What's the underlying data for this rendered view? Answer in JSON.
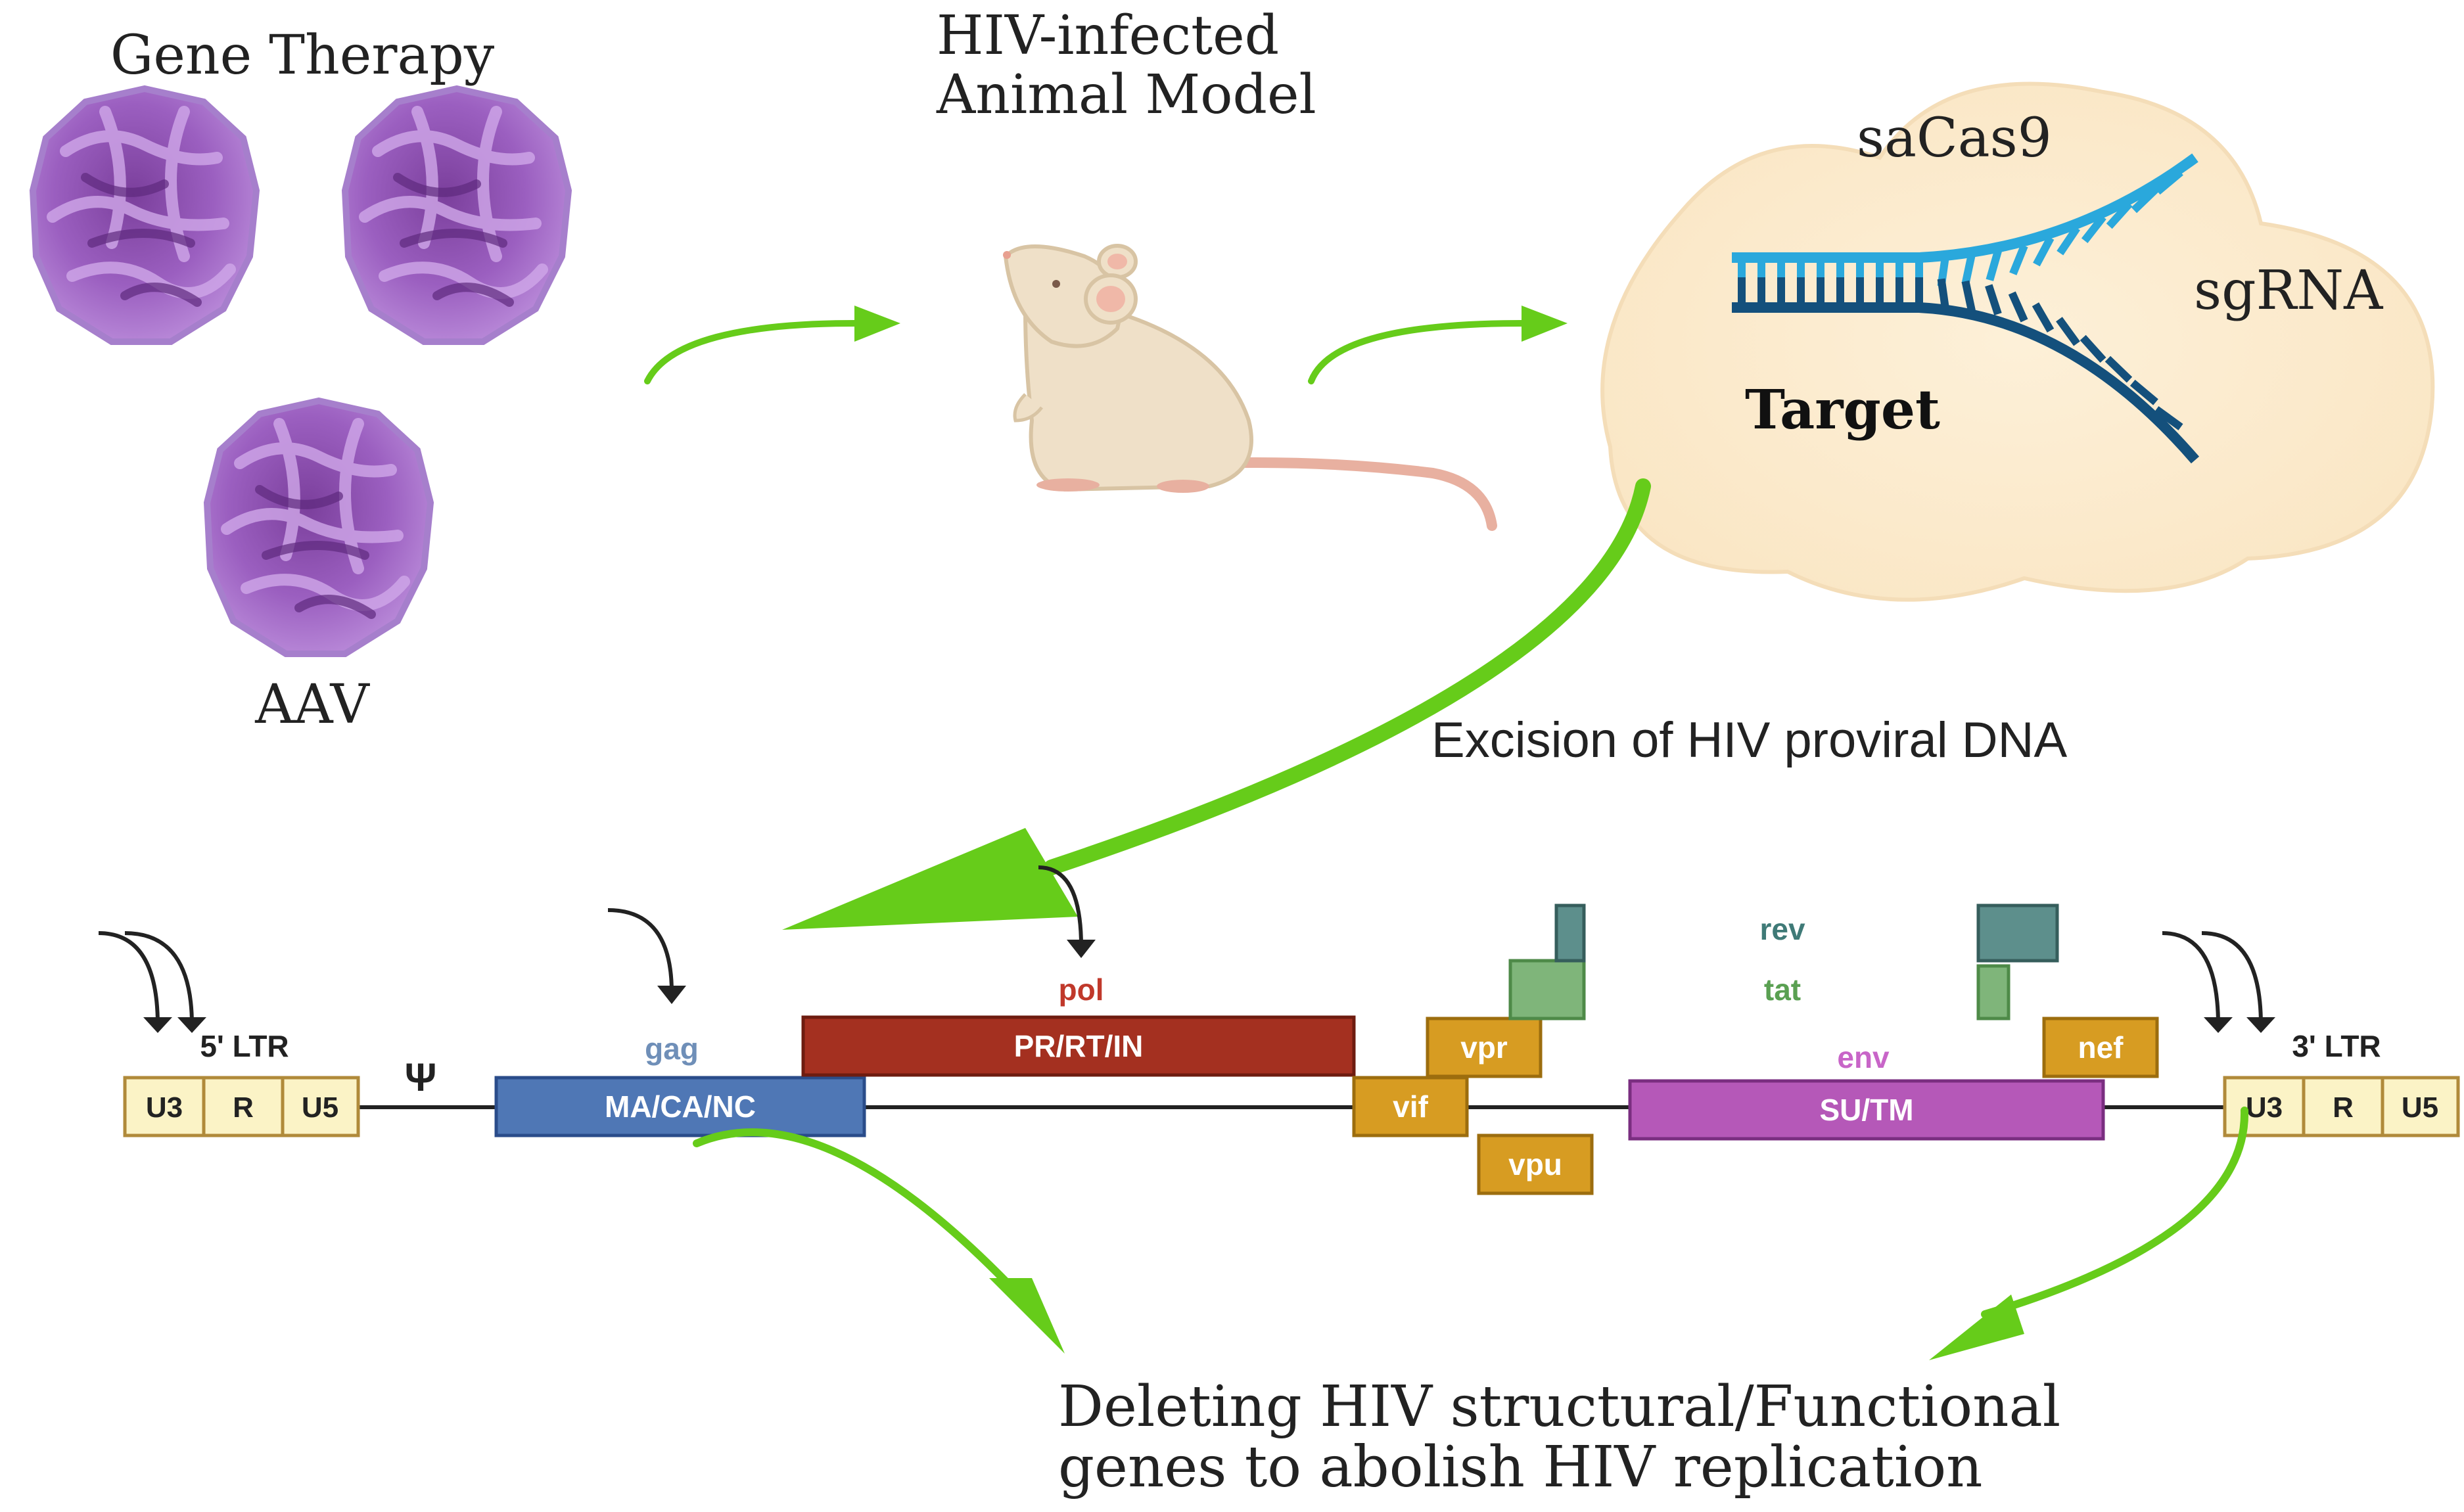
{
  "labels": {
    "gene_therapy": "Gene Therapy",
    "aav": "AAV",
    "animal_model_line1": "HIV-infected",
    "animal_model_line2": "Animal Model",
    "sacas9": "saCas9",
    "sgrna": "sgRNA",
    "target": "Target",
    "excision": "Excision of HIV proviral DNA",
    "result_line1": "Deleting HIV structural/Functional",
    "result_line2": "genes to abolish HIV replication"
  },
  "genome": {
    "ltr5_label": "5' LTR",
    "ltr3_label": "3' LTR",
    "ltr5_boxes": [
      "U3",
      "R",
      "U5"
    ],
    "ltr3_boxes": [
      "U3",
      "R",
      "U5"
    ],
    "psi": "Ψ",
    "gag": {
      "name": "gag",
      "box": "MA/CA/NC"
    },
    "pol": {
      "name": "pol",
      "box": "PR/RT/IN"
    },
    "env": {
      "name": "env",
      "box": "SU/TM"
    },
    "vif": "vif",
    "vpr": "vpr",
    "vpu": "vpu",
    "nef": "nef",
    "rev": "rev",
    "tat": "tat"
  },
  "colors": {
    "arrow_green": "#66cc1a",
    "aav_purple": "#9b5fc0",
    "cloud": "#fdf0d8",
    "sgrna_blue": "#2aa8dc",
    "target_blue": "#14507c",
    "ltr_fill": "#fbf3c6",
    "gag_blue": "#4f77b5",
    "pol_red": "#a43020",
    "env_purple": "#b558b8",
    "accessory_orange": "#d79c22",
    "rev_teal": "#5d8f8c",
    "tat_green": "#7fb57a",
    "mouse_body": "#efe0c8"
  }
}
